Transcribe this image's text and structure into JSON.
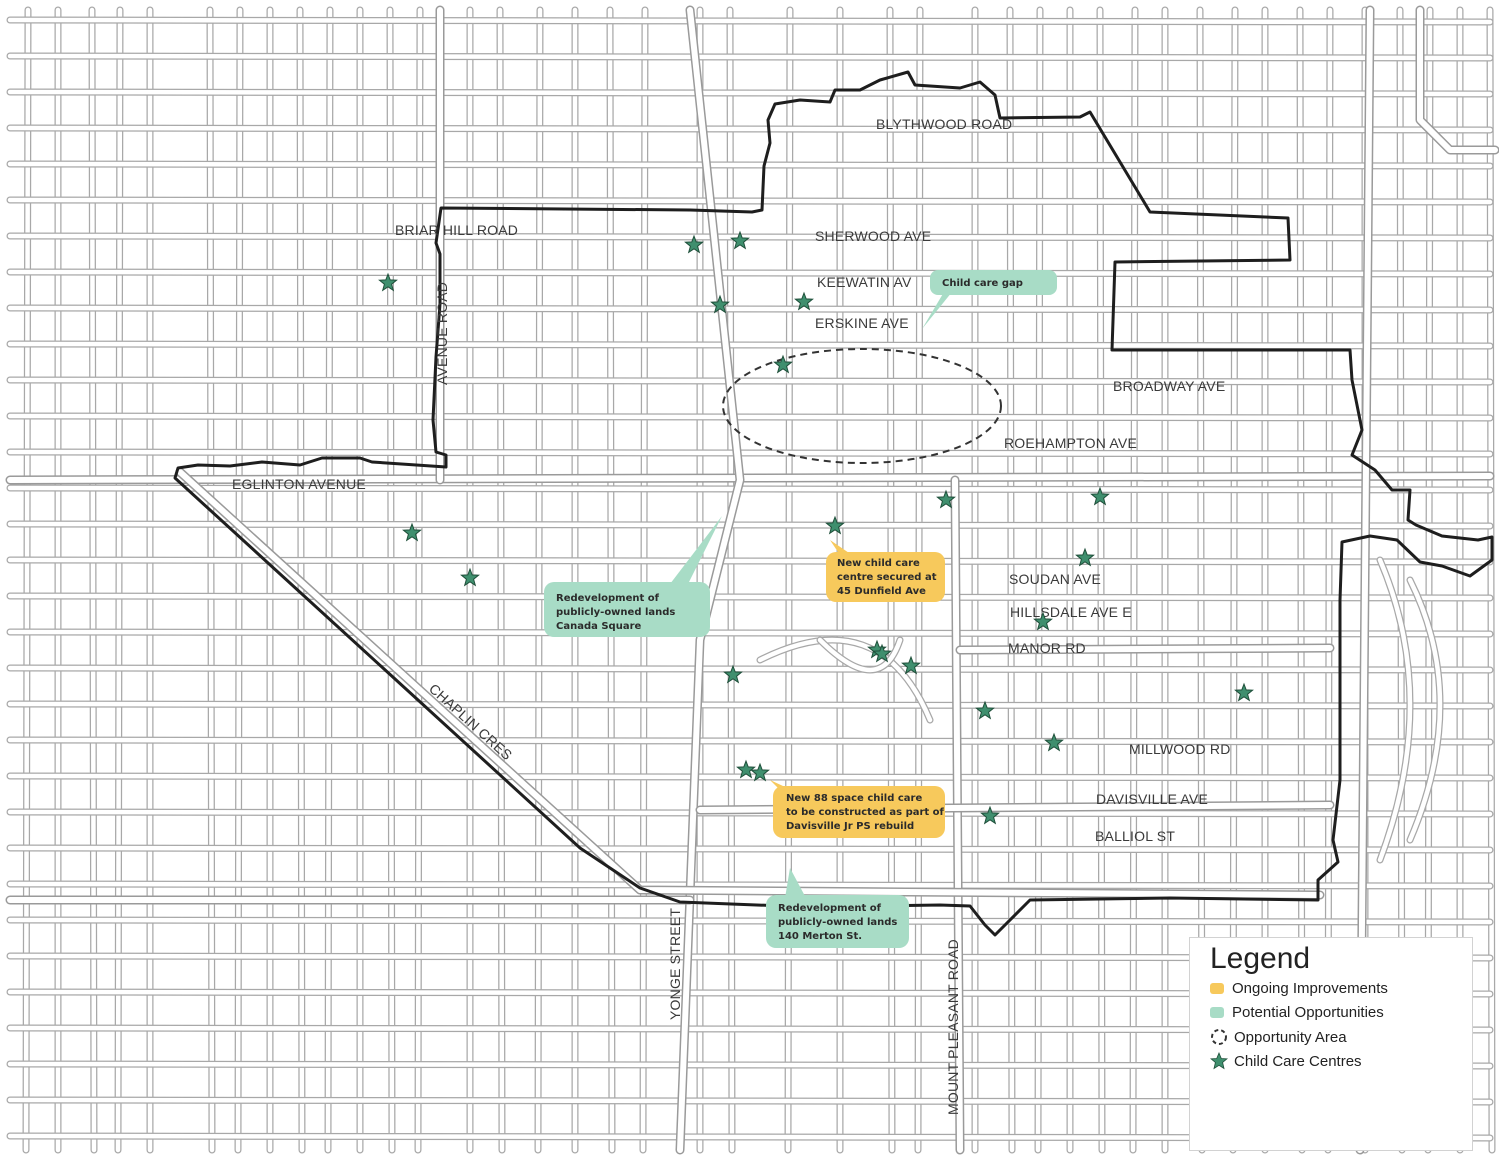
{
  "streets": {
    "blythwood": "BLYTHWOOD ROAD",
    "sherwood": "SHERWOOD AVE",
    "briar_hill": "BRIAR HILL ROAD",
    "keewatin": "KEEWATIN AV",
    "erskine": "ERSKINE AVE",
    "broadway": "BROADWAY AVE",
    "roehampton": "ROEHAMPTON AVE",
    "eglinton": "EGLINTON AVENUE",
    "avenue_road": "AVENUE ROAD",
    "soudan": "SOUDAN AVE",
    "hillsdale": "HILLSDALE AVE E",
    "manor": "MANOR RD",
    "millwood": "MILLWOOD RD",
    "davisville": "DAVISVILLE AVE",
    "balliol": "BALLIOL ST",
    "chaplin": "CHAPLIN CRES",
    "yonge": "YONGE STREET",
    "mount_pleasant": "MOUNT PLEASANT ROAD"
  },
  "callouts": {
    "child_care_gap": "Child care gap",
    "canada_square": [
      "Redevelopment of",
      "publicly-owned lands",
      "Canada Square"
    ],
    "dunfield": [
      "New child care",
      "centre secured at",
      "45 Dunfield Ave"
    ],
    "davisville_ps": [
      "New 88 space child care",
      "to be constructed as part of",
      "Davisville Jr PS rebuild"
    ],
    "merton": [
      "Redevelopment of",
      "publicly-owned lands",
      "140 Merton St."
    ]
  },
  "legend": {
    "title": "Legend",
    "items": [
      {
        "label": "Ongoing Improvements",
        "color": "#f7c95c"
      },
      {
        "label": "Potential Opportunities",
        "color": "#a8dcc6"
      },
      {
        "label": "Opportunity Area",
        "color": "#333333"
      },
      {
        "label": "Child Care Centres",
        "color": "#3f8f6e"
      }
    ]
  },
  "colors": {
    "ongoing": "#f7c95c",
    "potential": "#a8dcc6",
    "star": "#3f8f6e"
  }
}
